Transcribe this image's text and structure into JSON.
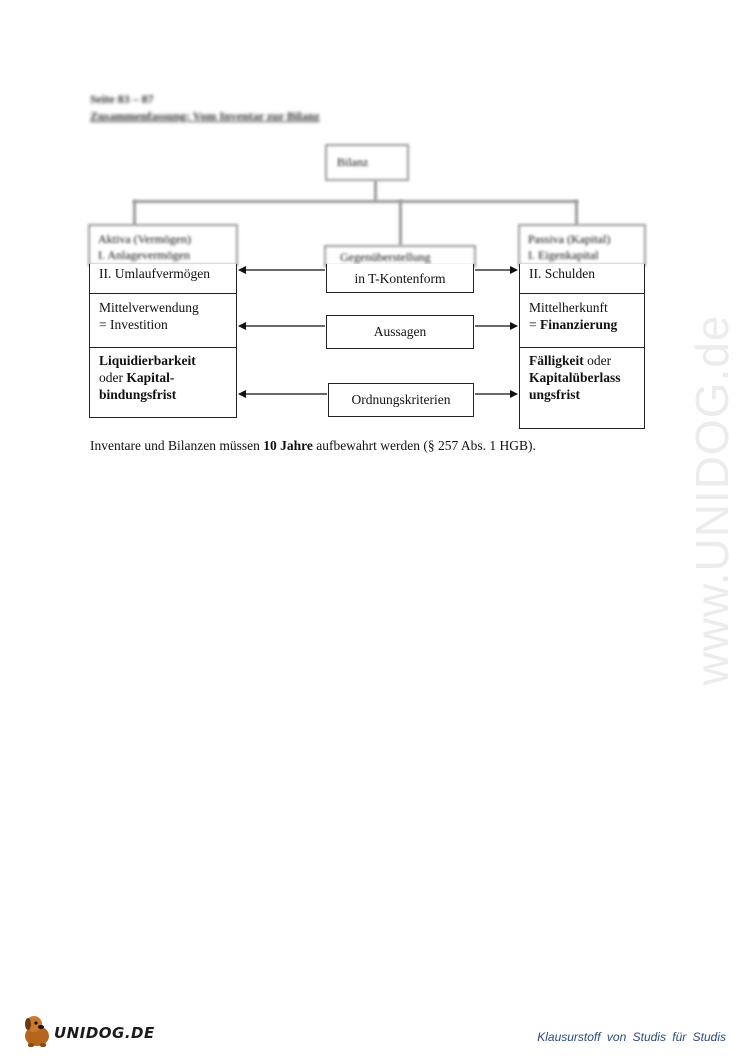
{
  "header": {
    "line1": "Seite 83 – 87",
    "line2": "Zusammenfassung: Vom Inventar zur Bilanz"
  },
  "diagram": {
    "root": "Bilanz",
    "left": {
      "title": "Aktiva (Vermögen)",
      "item1": "I. Anlagevermögen",
      "item2": "II. Umlaufvermögen",
      "use_line1": "Mittelverwendung",
      "use_line2": "= Investition",
      "crit_b1": "Liquidierbarkeit",
      "crit_t1": "oder ",
      "crit_b2": "Kapital-",
      "crit_b3": "bindungsfrist"
    },
    "middle": {
      "box1_line1": "Gegenüberstellung",
      "box1_line2": "in T-Kontenform",
      "box2": "Aussagen",
      "box3": "Ordnungskriterien"
    },
    "right": {
      "title": "Passiva (Kapital)",
      "item1": "I. Eigenkapital",
      "item2": "II. Schulden",
      "src_line1": "Mittelherkunft",
      "src_t1": "= ",
      "src_b1": "Finanzierung",
      "crit_b1": "Fälligkeit",
      "crit_t1": " oder",
      "crit_b2": "Kapitalüberlass",
      "crit_b3": "ungsfrist"
    }
  },
  "footnote": {
    "t1": "Inventare und Bilanzen müssen ",
    "b1": "10 Jahre",
    "t2": " aufbewahrt werden (§ 257 Abs. 1 HGB)."
  },
  "watermark": "www.UNIDOG.de",
  "footer": {
    "logo_text": "UNIDOG.DE",
    "slogan": "Klausurstoff von Studis für Studis"
  }
}
